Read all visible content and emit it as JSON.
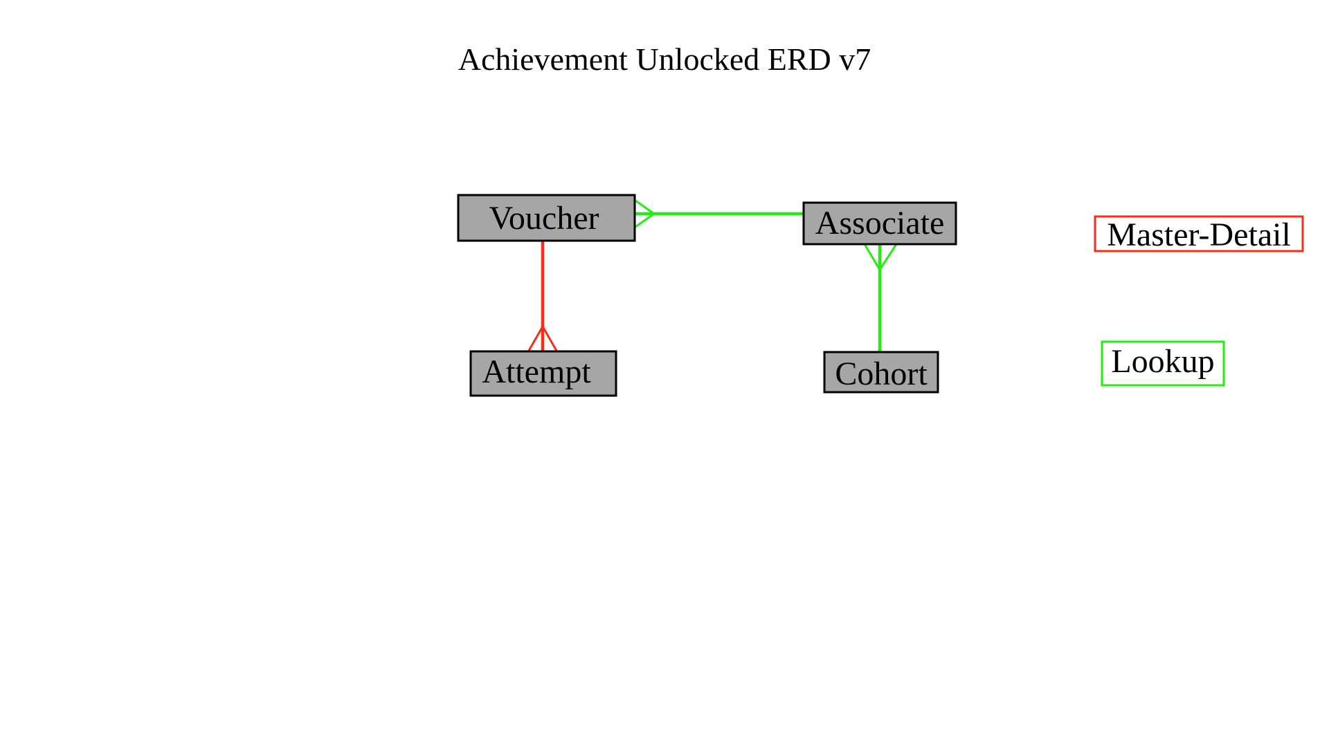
{
  "diagram": {
    "title": "Achievement Unlocked ERD v7",
    "entities": [
      {
        "id": "voucher",
        "label": "Voucher"
      },
      {
        "id": "associate",
        "label": "Associate"
      },
      {
        "id": "attempt",
        "label": "Attempt"
      },
      {
        "id": "cohort",
        "label": "Cohort"
      }
    ],
    "relationships": [
      {
        "from": "associate",
        "to": "voucher",
        "type": "lookup",
        "many_end": "voucher"
      },
      {
        "from": "voucher",
        "to": "attempt",
        "type": "master-detail",
        "many_end": "attempt"
      },
      {
        "from": "cohort",
        "to": "associate",
        "type": "lookup",
        "many_end": "associate"
      }
    ],
    "legend": [
      {
        "id": "master-detail",
        "label": "Master-Detail",
        "color": "#ff2a1a"
      },
      {
        "id": "lookup",
        "label": "Lookup",
        "color": "#22ee11"
      }
    ]
  }
}
